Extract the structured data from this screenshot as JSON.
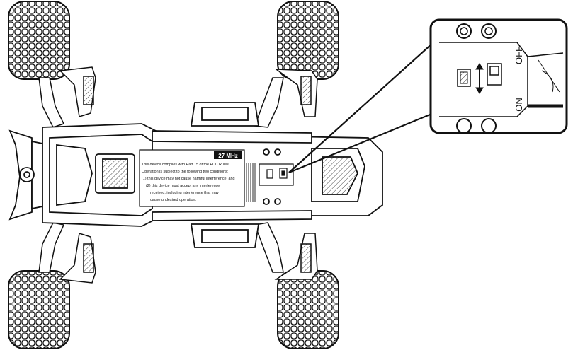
{
  "frequency_badge": "27 MHz",
  "fcc_notice": {
    "lines": [
      "This device complies with Part 15 of the FCC Rules.",
      "Operation is subject to the following two conditions:",
      "(1) this device may not cause harmful interference, and",
      "(2) this device must accept any interference",
      "received, including interference that may",
      "cause undesired operation."
    ]
  },
  "switch": {
    "off_label": "OFF",
    "on_label": "ON"
  },
  "colors": {
    "line": "#111111",
    "tire_fill": "#ffffff",
    "background": "#ffffff"
  }
}
